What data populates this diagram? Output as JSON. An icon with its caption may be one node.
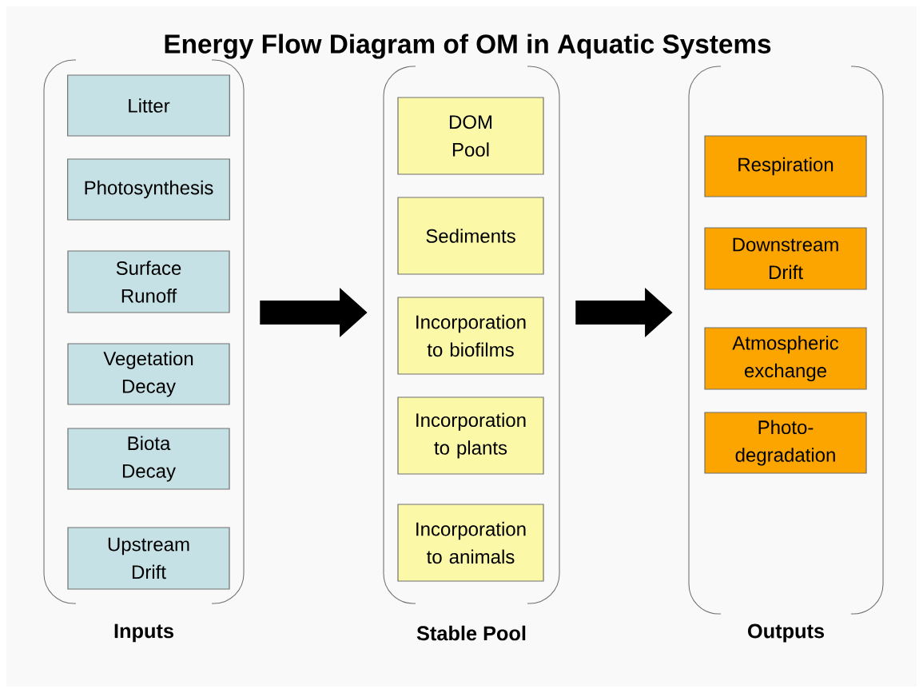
{
  "diagram": {
    "title": "Energy Flow Diagram of OM in Aquatic Systems",
    "nodes": [
      {
        "text": [
          "Inputs"
        ]
      },
      {
        "text": [
          "Litter"
        ],
        "in": 0
      },
      {
        "text": [
          "Photosynthesis"
        ],
        "in": 0
      },
      {
        "text": [
          "Surface Runoff"
        ],
        "in": 0
      },
      {
        "text": [
          "Vegetation Decay"
        ],
        "in": 0
      },
      {
        "text": [
          "Biota Decay"
        ],
        "in": 0
      },
      {
        "text": [
          "Upstream Drift"
        ],
        "in": 0
      },
      {
        "text": [
          "Stable Pool"
        ]
      },
      {
        "text": [
          "DOM Pool"
        ],
        "in": 7
      },
      {
        "text": [
          "Sediments"
        ],
        "in": 7
      },
      {
        "text": [
          "Incorporation to biofilms"
        ],
        "in": 7
      },
      {
        "text": [
          "Incorporation to plants"
        ],
        "in": 7
      },
      {
        "text": [
          "Incorporation to animals"
        ],
        "in": 7
      },
      {
        "text": [
          "Outputs"
        ]
      },
      {
        "text": [
          "Respiration"
        ],
        "in": 13
      },
      {
        "text": [
          "Downstream Drift"
        ],
        "in": 13
      },
      {
        "text": [
          "Atmospheric exchange"
        ],
        "in": 13
      },
      {
        "text": [
          "Photo-degradation"
        ],
        "in": 13
      }
    ],
    "edges": [
      {
        "from": 0,
        "to": 7,
        "arrow": "to"
      },
      {
        "from": 7,
        "to": 13,
        "arrow": "to"
      }
    ]
  }
}
